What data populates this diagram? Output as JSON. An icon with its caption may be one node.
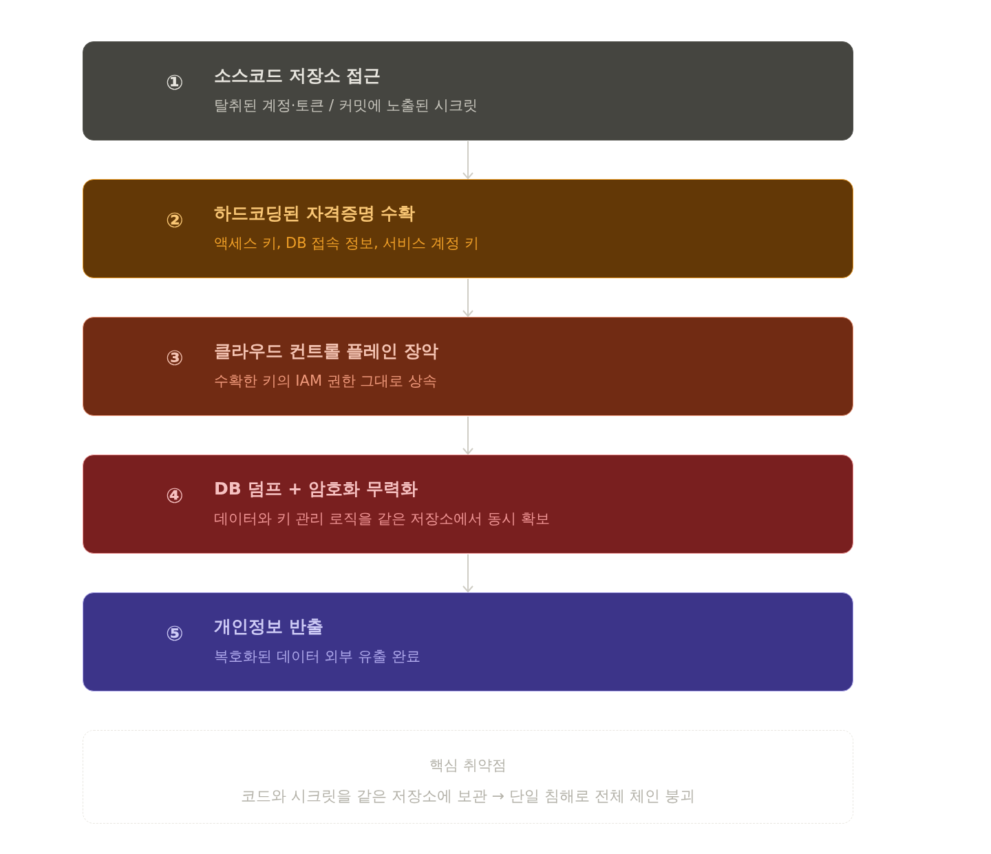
{
  "diagram": {
    "nodes": [
      {
        "text": [
          "①",
          "소스코드 저장소 접근",
          "탈취된 계정·토큰 / 커밋에 노출된 시크릿"
        ]
      },
      {
        "text": [
          "②",
          "하드코딩된 자격증명 수확",
          "액세스 키, DB 접속 정보, 서비스 계정 키"
        ]
      },
      {
        "text": [
          "③",
          "클라우드 컨트롤 플레인 장악",
          "수확한 키의 IAM 권한 그대로 상속"
        ]
      },
      {
        "text": [
          "④",
          "DB 덤프 + 암호화 무력화",
          "데이터와 키 관리 로직을 같은 저장소에서 동시 확보"
        ]
      },
      {
        "text": [
          "⑤",
          "개인정보 반출",
          "복호화된 데이터 외부 유출 완료"
        ]
      },
      {
        "text": [
          "핵심 취약점",
          "코드와 시크릿을 같은 저장소에 보관 → 단일 침해로 전체 체인 붕괴"
        ]
      }
    ],
    "edges": [
      {
        "from": 0,
        "to": 1,
        "arrow": "to"
      },
      {
        "from": 1,
        "to": 2,
        "arrow": "to"
      },
      {
        "from": 2,
        "to": 3,
        "arrow": "to"
      },
      {
        "from": 3,
        "to": 4,
        "arrow": "to"
      }
    ]
  }
}
